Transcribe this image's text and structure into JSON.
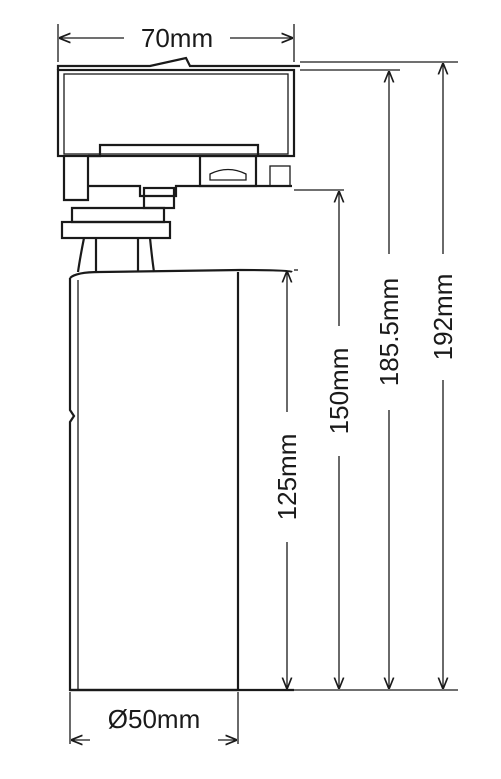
{
  "dimensions": {
    "top_width": "70mm",
    "diameter": "Ø50mm",
    "cylinder_height": "125mm",
    "height_150": "150mm",
    "height_185": "185.5mm",
    "height_192": "192mm"
  },
  "colors": {
    "line": "#1a1a1a",
    "background": "#ffffff"
  }
}
